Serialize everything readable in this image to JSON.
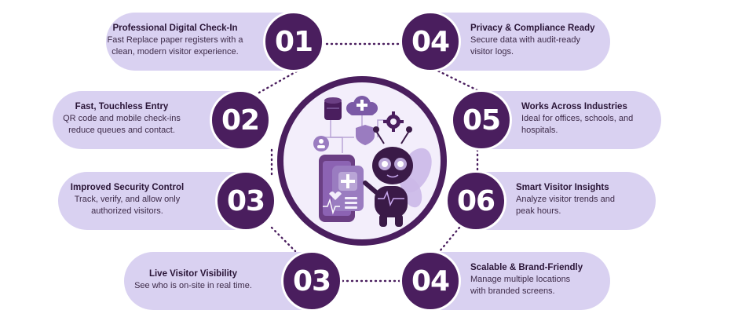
{
  "colors": {
    "pill_bg": "#d9d1f1",
    "badge_bg": "#4a1e5e",
    "connector": "#4a1e5e",
    "title_text": "#2a1537"
  },
  "center": {
    "illustration": "mascot-bee-with-phone-and-cloud-icons"
  },
  "cards": [
    {
      "num": "01",
      "title": "Professional Digital Check-In",
      "lines": [
        "Fast Replace paper registers with a",
        "clean, modern visitor experience."
      ]
    },
    {
      "num": "02",
      "title": "Fast, Touchless Entry",
      "lines": [
        "QR code and mobile check-ins",
        "reduce queues and contact."
      ]
    },
    {
      "num": "03",
      "title": "Improved Security Control",
      "lines": [
        "Track, verify, and allow only",
        "authorized visitors."
      ]
    },
    {
      "num": "03",
      "title": "Live Visitor Visibility",
      "lines": [
        "See who is on-site in real time."
      ]
    },
    {
      "num": "04",
      "title": "Privacy & Compliance Ready",
      "lines": [
        "Secure data with audit-ready",
        "visitor logs."
      ]
    },
    {
      "num": "05",
      "title": "Works Across Industries",
      "lines": [
        "Ideal for offices, schools, and",
        "hospitals."
      ]
    },
    {
      "num": "06",
      "title": "Smart Visitor Insights",
      "lines": [
        "Analyze visitor trends and",
        "peak hours."
      ]
    },
    {
      "num": "04",
      "title": "Scalable & Brand-Friendly",
      "lines": [
        "Manage multiple locations",
        "with branded screens."
      ]
    }
  ]
}
